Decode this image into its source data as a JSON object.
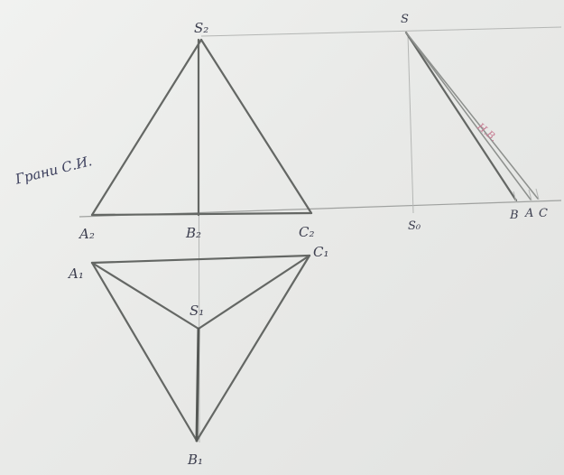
{
  "labels": {
    "s2": "S₂",
    "a2": "A₂",
    "b2": "B₂",
    "c2": "C₂",
    "a1": "A₁",
    "b1": "B₁",
    "c1": "C₁",
    "s1": "S₁",
    "s": "S",
    "s0": "S₀",
    "b": "B",
    "a": "A",
    "c": "C",
    "nv": "Н.В.",
    "note": "Грани С.И."
  },
  "colors": {
    "paper": "#ecedeb",
    "pencil": "#646764",
    "ink": "#3d3f4f",
    "red_pencil": "#c77b92"
  }
}
